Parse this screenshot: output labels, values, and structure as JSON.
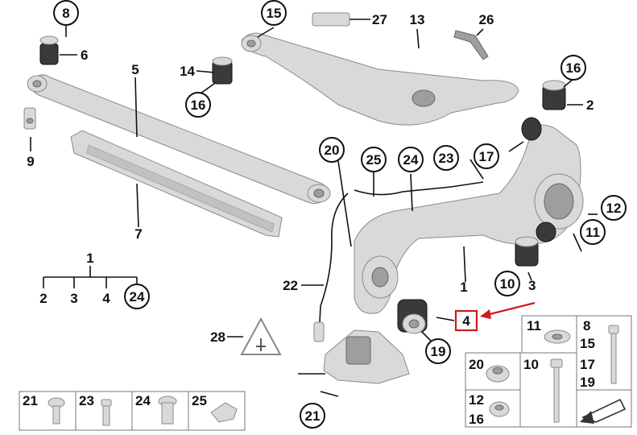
{
  "callouts": {
    "c1": "1",
    "c2": "2",
    "c3": "3",
    "c4": "4",
    "c5": "5",
    "c6": "6",
    "c7": "7",
    "c8": "8",
    "c9": "9",
    "c10": "10",
    "c11": "11",
    "c12": "12",
    "c13": "13",
    "c14": "14",
    "c15": "15",
    "c16a": "16",
    "c16b": "16",
    "c17": "17",
    "c19": "19",
    "c20": "20",
    "c21": "21",
    "c22": "22",
    "c23": "23",
    "c24": "24",
    "c25": "25",
    "c26": "26",
    "c27": "27",
    "c28": "28"
  },
  "kit_tree": {
    "top": "1",
    "items": [
      "2",
      "3",
      "4",
      "24"
    ]
  },
  "highlight": {
    "label": "4",
    "color": "#d01919"
  },
  "legend_right": {
    "r1a": "11",
    "r1b": "8",
    "r1c": "15",
    "r2a": "20",
    "r2b": "10",
    "r2c": "17",
    "r2d": "19",
    "r3a": "12",
    "r3b": "16"
  },
  "legend_bottom": [
    "21",
    "23",
    "24",
    "25"
  ]
}
